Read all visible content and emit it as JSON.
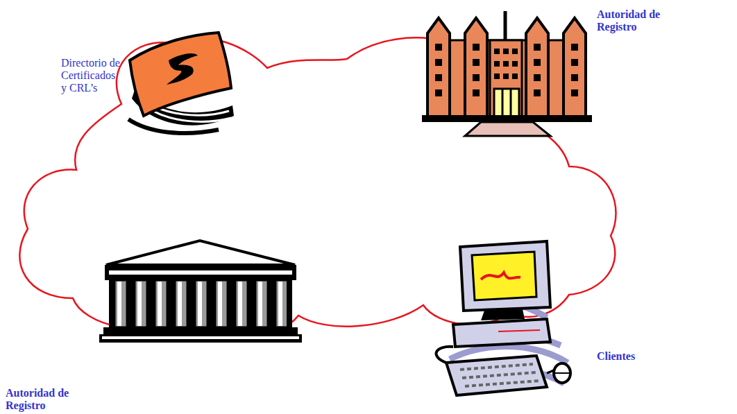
{
  "diagram": {
    "nodes": [
      {
        "text": [
          "Directorio de Certificados y CRL’s"
        ]
      },
      {
        "text": [
          "Autoridad de Registro"
        ]
      },
      {
        "text": [
          "Autoridad de Registro"
        ]
      },
      {
        "text": [
          "Clientes"
        ]
      }
    ]
  }
}
